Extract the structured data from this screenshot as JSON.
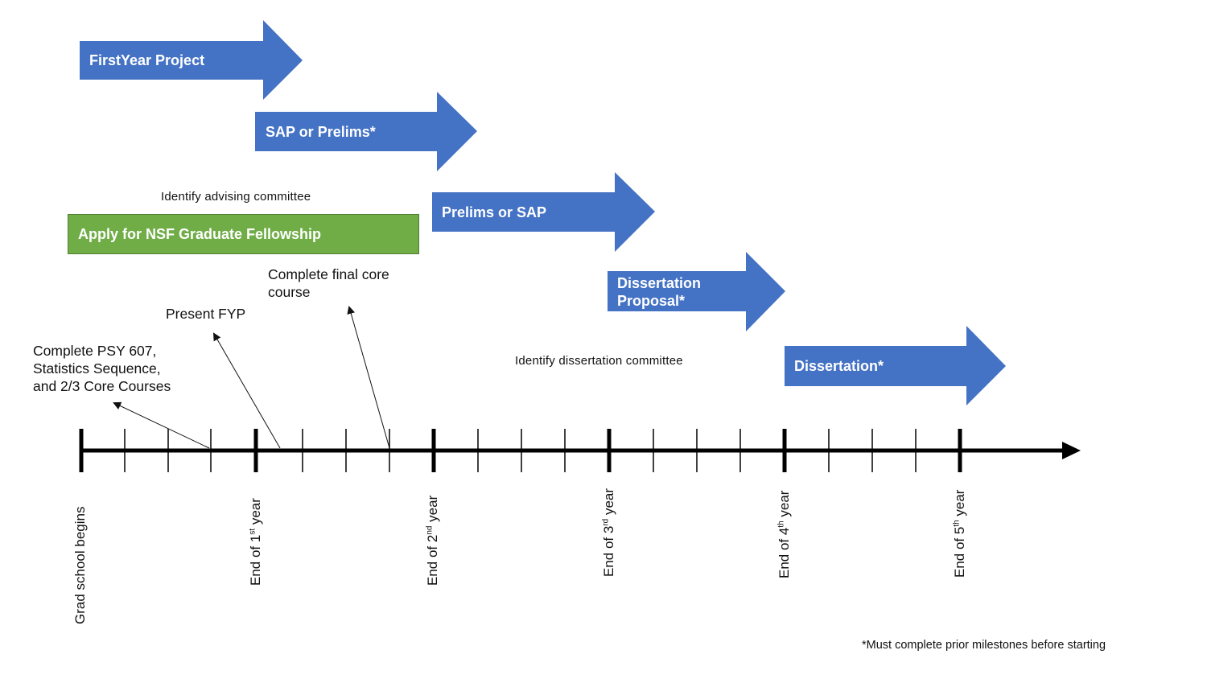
{
  "colors": {
    "arrow": "#4472c4",
    "bar": "#70ad47",
    "axis": "#000000"
  },
  "milestones": {
    "fyp": "FirstYear Project",
    "sap1": "SAP or Prelims*",
    "prelims2": "Prelims or SAP",
    "proposal_line1": "Dissertation",
    "proposal_line2": "Proposal*",
    "dissertation": "Dissertation*"
  },
  "nsf": "Apply for NSF Graduate Fellowship",
  "notes": {
    "advising": "Identify advising committee",
    "diss_committee": "Identify dissertation committee",
    "final_core_1": "Complete final core",
    "final_core_2": "course",
    "present_fyp": "Present FYP",
    "psy_1": "Complete PSY 607,",
    "psy_2": "Statistics Sequence,",
    "psy_3": "and 2/3 Core Courses"
  },
  "timeline": {
    "start": "Grad school begins",
    "y1": {
      "pre": "End of 1",
      "sup": "st",
      "post": " year"
    },
    "y2": {
      "pre": "End of 2",
      "sup": "nd",
      "post": " year"
    },
    "y3": {
      "pre": "End of 3",
      "sup": "rd",
      "post": " year"
    },
    "y4": {
      "pre": "End of 4",
      "sup": "th",
      "post": " year"
    },
    "y5": {
      "pre": "End of 5",
      "sup": "th",
      "post": " year"
    }
  },
  "footnote": "*Must complete prior milestones before starting"
}
